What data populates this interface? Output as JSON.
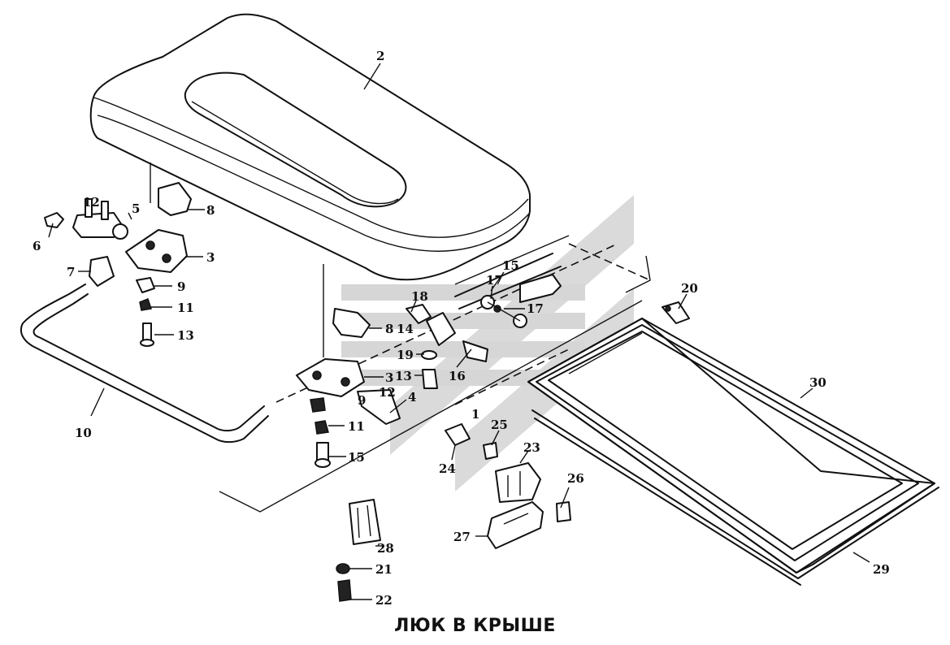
{
  "caption": "ЛЮК В КРЫШЕ",
  "watermark_color": "#cfcfcf",
  "callouts": [
    {
      "id": "c2",
      "text": "2"
    },
    {
      "id": "c12a",
      "text": "12"
    },
    {
      "id": "c8a",
      "text": "8"
    },
    {
      "id": "c5",
      "text": "5"
    },
    {
      "id": "c6",
      "text": "6"
    },
    {
      "id": "c3a",
      "text": "3"
    },
    {
      "id": "c7",
      "text": "7"
    },
    {
      "id": "c9",
      "text": "9"
    },
    {
      "id": "c11a",
      "text": "11"
    },
    {
      "id": "c13a",
      "text": "13"
    },
    {
      "id": "c10",
      "text": "10"
    },
    {
      "id": "c15a",
      "text": "15"
    },
    {
      "id": "c17a",
      "text": "17"
    },
    {
      "id": "c17b",
      "text": "17"
    },
    {
      "id": "c18",
      "text": "18"
    },
    {
      "id": "c14",
      "text": "14"
    },
    {
      "id": "c8b",
      "text": "8"
    },
    {
      "id": "c19",
      "text": "19"
    },
    {
      "id": "c16",
      "text": "16"
    },
    {
      "id": "c13b",
      "text": "13"
    },
    {
      "id": "c3b",
      "text": "3"
    },
    {
      "id": "c9b",
      "text": "9"
    },
    {
      "id": "c12b",
      "text": "12"
    },
    {
      "id": "c4",
      "text": "4"
    },
    {
      "id": "c1",
      "text": "1"
    },
    {
      "id": "c11b",
      "text": "11"
    },
    {
      "id": "c15b",
      "text": "15"
    },
    {
      "id": "c20",
      "text": "20"
    },
    {
      "id": "c30",
      "text": "30"
    },
    {
      "id": "c25",
      "text": "25"
    },
    {
      "id": "c23",
      "text": "23"
    },
    {
      "id": "c24",
      "text": "24"
    },
    {
      "id": "c26",
      "text": "26"
    },
    {
      "id": "c27",
      "text": "27"
    },
    {
      "id": "c28",
      "text": "28"
    },
    {
      "id": "c21",
      "text": "21"
    },
    {
      "id": "c22",
      "text": "22"
    },
    {
      "id": "c29",
      "text": "29"
    }
  ]
}
